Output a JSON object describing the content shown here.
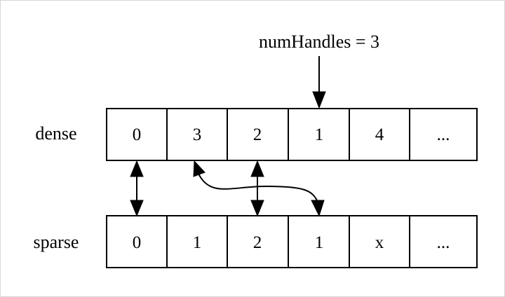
{
  "pointer": {
    "label": "numHandles = 3"
  },
  "rows": [
    {
      "label": "dense",
      "cells": [
        "0",
        "3",
        "2",
        "1",
        "4",
        "..."
      ]
    },
    {
      "label": "sparse",
      "cells": [
        "0",
        "1",
        "2",
        "1",
        "x",
        "..."
      ]
    }
  ]
}
